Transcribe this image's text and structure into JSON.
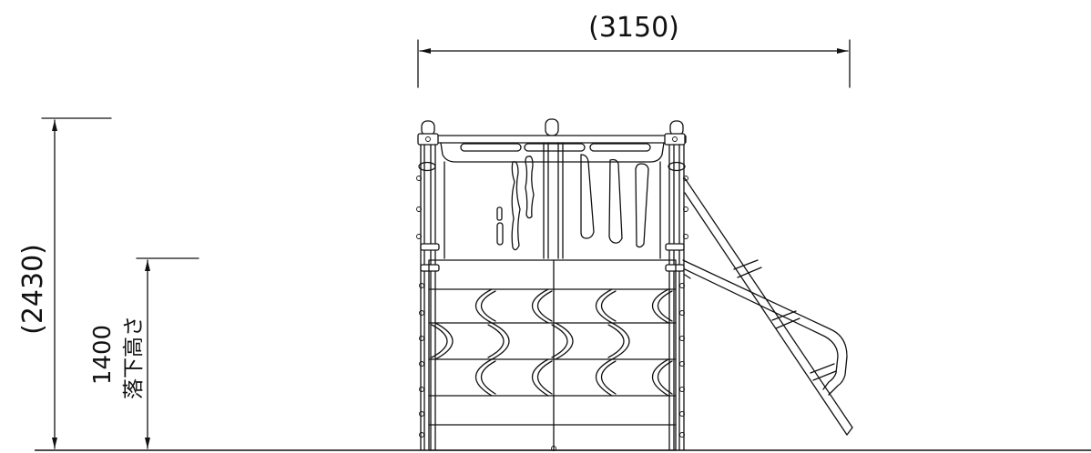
{
  "dimensions": {
    "width_label": "(3150)",
    "total_height_label": "(2430)",
    "fall_height_value": "1400",
    "fall_height_caption": "落下高さ"
  }
}
